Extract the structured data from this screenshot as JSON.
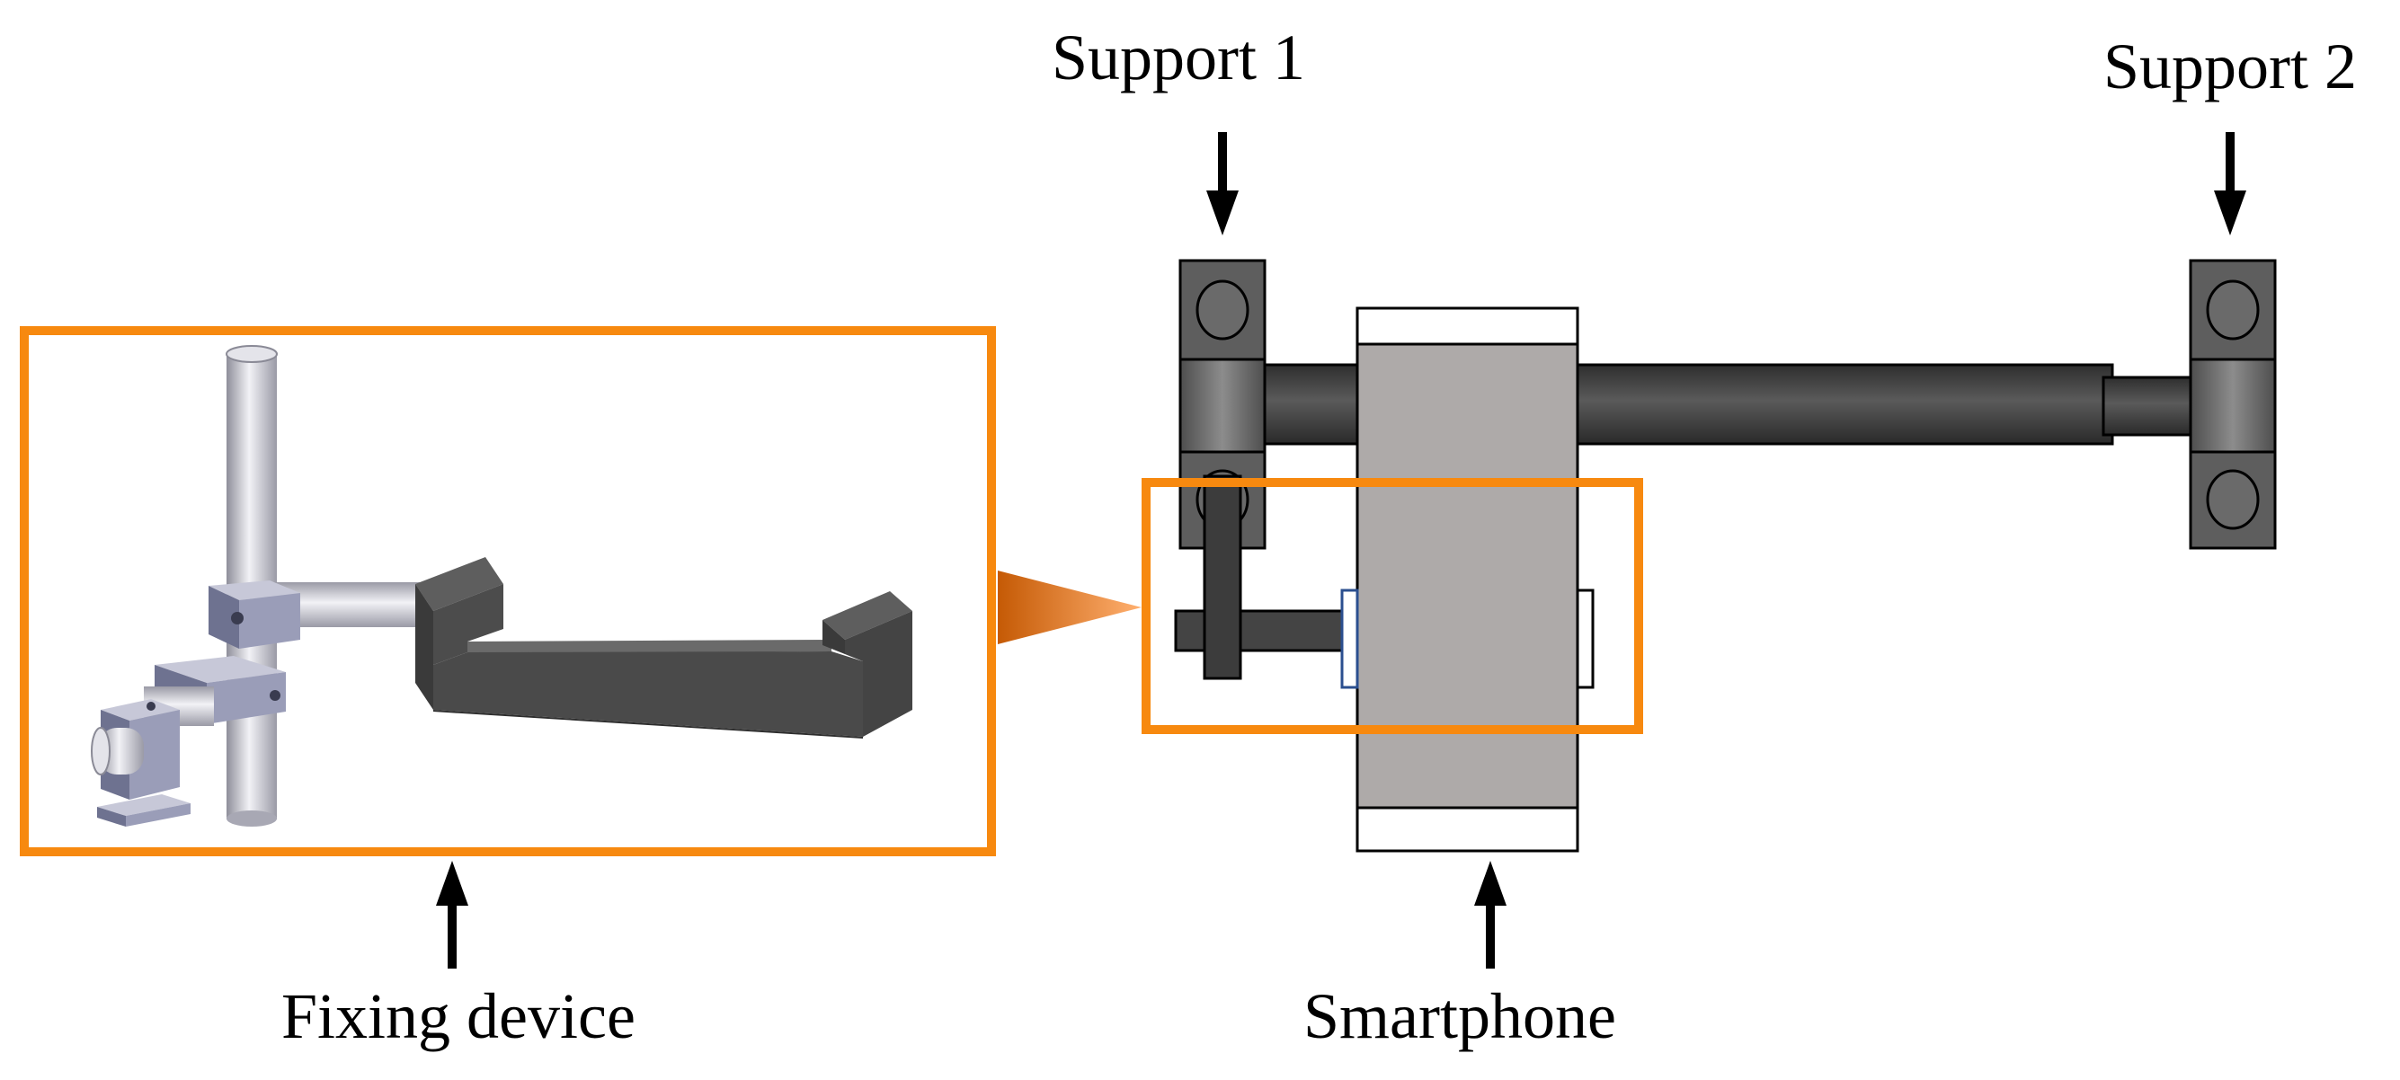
{
  "labels": {
    "support1": "Support 1",
    "support2": "Support 2",
    "fixing_device": "Fixing device",
    "smartphone": "Smartphone"
  },
  "colors": {
    "callout_orange": "#f7890f",
    "dark_gray": "#444444",
    "phone_gray": "#aeaaa9",
    "support_gray": "#5e5e5e",
    "blue_outline": "#2b4f8f"
  }
}
